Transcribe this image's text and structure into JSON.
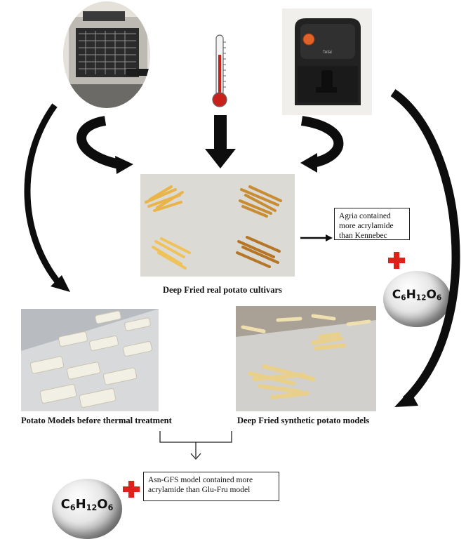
{
  "captions": {
    "deep_fried_cultivars": "Deep Fried real potato cultivars",
    "models_before": "Potato Models before thermal treatment",
    "deep_fried_synthetic": "Deep Fried synthetic potato models"
  },
  "notes": {
    "agria": "Agria contained more acrylamide than Kennebec",
    "asn_gfs": "Asn-GFS model contained more acrylamide than Glu-Fru model"
  },
  "formula": {
    "c": "C",
    "c_n": "6",
    "h": "H",
    "h_n": "12",
    "o": "O",
    "o_n": "6"
  },
  "appliance": {
    "brand": "Tefal"
  },
  "colors": {
    "arrow": "#0d0d0d",
    "cross": "#e0201b",
    "thermometer_fluid": "#c8201a"
  }
}
